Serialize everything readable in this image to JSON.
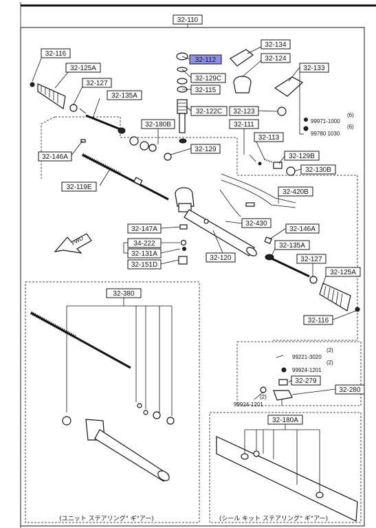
{
  "diagram": {
    "top_label": "32-110",
    "labels": {
      "l32_116_top": "32-116",
      "l32_125A_top": "32-125A",
      "l32_127_top": "32-127",
      "l32_135A_top": "32-135A",
      "l32_112": "32-112",
      "l32_129C": "32-129C",
      "l32_115": "32-115",
      "l32_122C": "32-122C",
      "l32_134": "32-134",
      "l32_124": "32-124",
      "l32_133": "32-133",
      "l32_123": "32-123",
      "l32_111": "32-111",
      "l32_180B": "32-180B",
      "l32_129": "32-129",
      "l32_113": "32-113",
      "l32_129B": "32-129B",
      "l32_130B": "32-130B",
      "l32_146A_left": "32-146A",
      "l32_119E": "32-119E",
      "l32_420B": "32-420B",
      "l32_430": "32-430",
      "l32_146A_right": "32-146A",
      "l32_147A": "32-147A",
      "l34_222": "34-222",
      "l32_131A": "32-131A",
      "l32_151D": "32-151D",
      "l32_120": "32-120",
      "l32_135A_bot": "32-135A",
      "l32_127_bot": "32-127",
      "l32_125A_bot": "32-125A",
      "l32_116_bot": "32-116",
      "l32_380": "32-380",
      "l32_279": "32-279",
      "l32_280": "32-280",
      "l32_180A": "32-180A"
    },
    "small_texts": {
      "q6a": "(6)",
      "p99971": "99971-1000",
      "q6b": "(6)",
      "p99780": "99780 1030",
      "q2a": "(2)",
      "p99221": "99221-3020",
      "q2b": "(2)",
      "p99924a": "99924-1201",
      "q2c": "(2)",
      "p99924b": "99924-1201"
    },
    "fwd": "FWD",
    "caption_left": "(ユニット ステアリング\" ギ\"アー)",
    "caption_right": "(シール キット ステアリング\" ギ\"アー)",
    "highlight_color": "#8f8fe6"
  }
}
